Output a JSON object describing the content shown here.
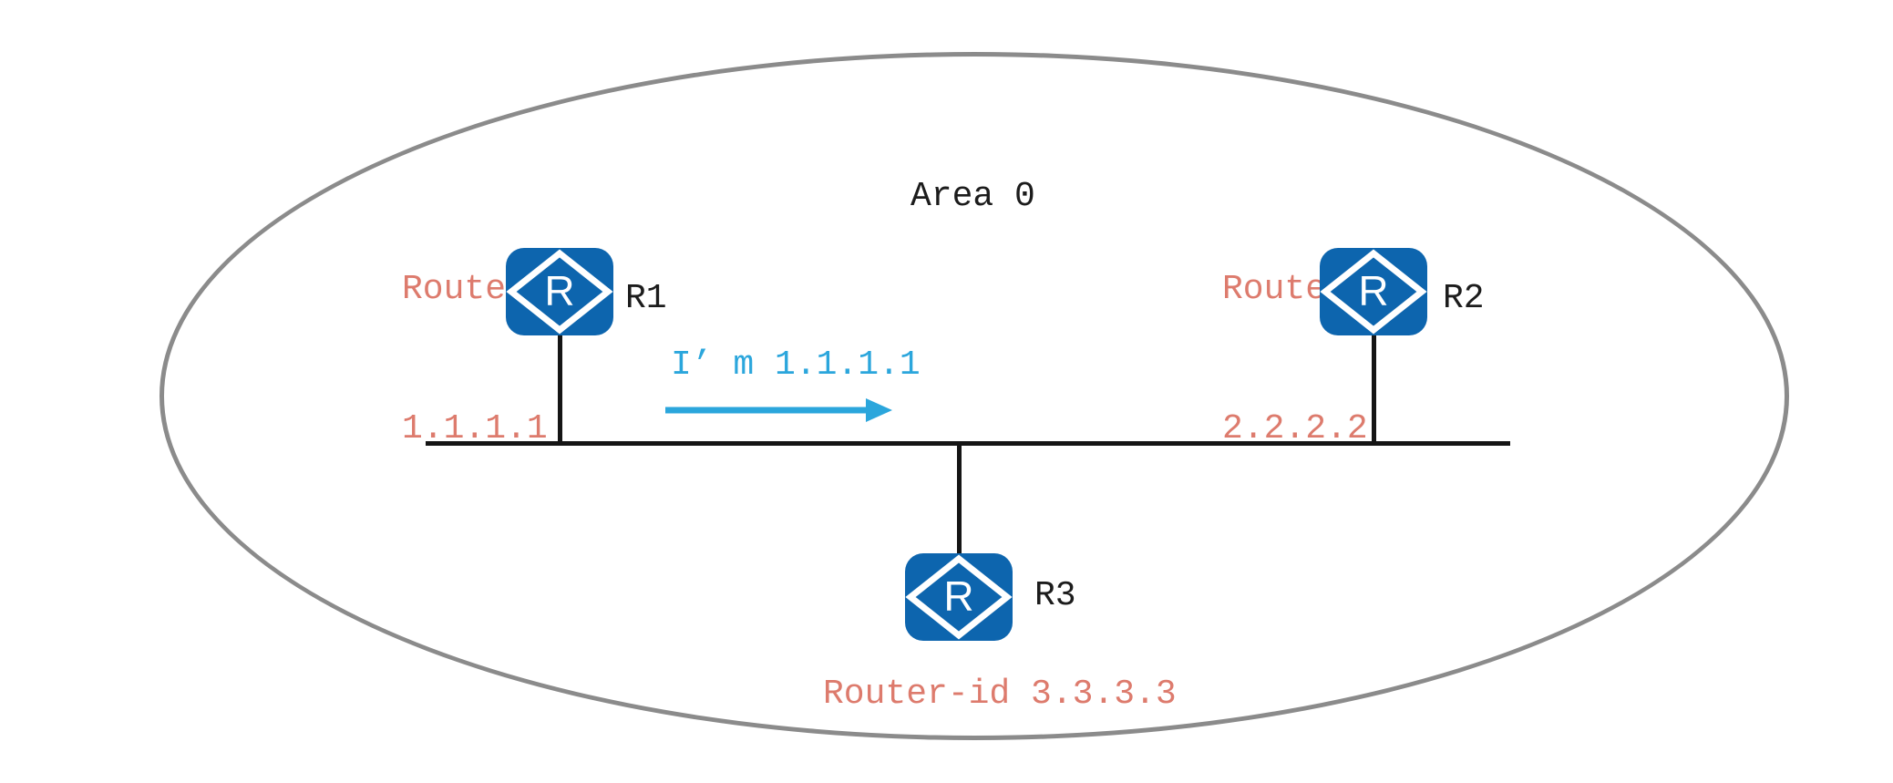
{
  "area": {
    "label": "Area 0"
  },
  "routers": {
    "r1": {
      "name": "R1",
      "router_id_lines": [
        "Router-id",
        "1.1.1.1"
      ]
    },
    "r2": {
      "name": "R2",
      "router_id_lines": [
        "Router-id",
        "2.2.2.2"
      ]
    },
    "r3": {
      "name": "R3",
      "router_id": "Router-id 3.3.3.3"
    }
  },
  "message": {
    "text": "I’ m 1.1.1.1"
  },
  "icon": {
    "letter": "R"
  },
  "colors": {
    "router_fill": "#0d65ae",
    "router_id_text": "#dd7b6d",
    "message_text": "#2ba6dc",
    "area_text": "#1c1c1c",
    "ellipse_stroke": "#8b8b8b",
    "link_line": "#151515"
  }
}
